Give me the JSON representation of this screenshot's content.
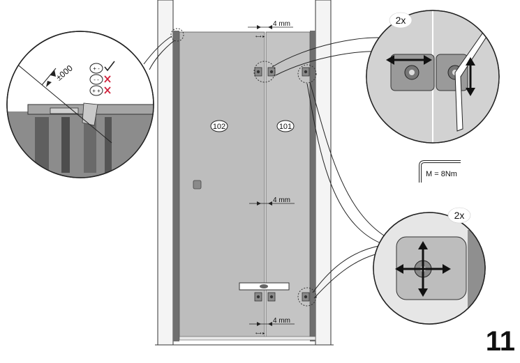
{
  "step_number": "11",
  "parts": {
    "left_panel": "102",
    "right_panel": "101"
  },
  "gaps": {
    "top": "4 mm",
    "middle": "4 mm",
    "bottom": "4 mm"
  },
  "callouts": {
    "top_right_multiplier": "2x",
    "bottom_right_multiplier": "2x",
    "level_reading": "±000"
  },
  "tool": {
    "torque": "M = 8Nm"
  },
  "level_states": [
    {
      "symbol": "+ -",
      "result": "ok"
    },
    {
      "symbol": "- -",
      "result": "wrong"
    },
    {
      "symbol": "+ +",
      "result": "wrong"
    }
  ],
  "colors": {
    "glass": "#bdbdbd",
    "wall": "#f4f4f4",
    "profile": "#6f6f6f",
    "wrong_mark": "#d0213b"
  }
}
